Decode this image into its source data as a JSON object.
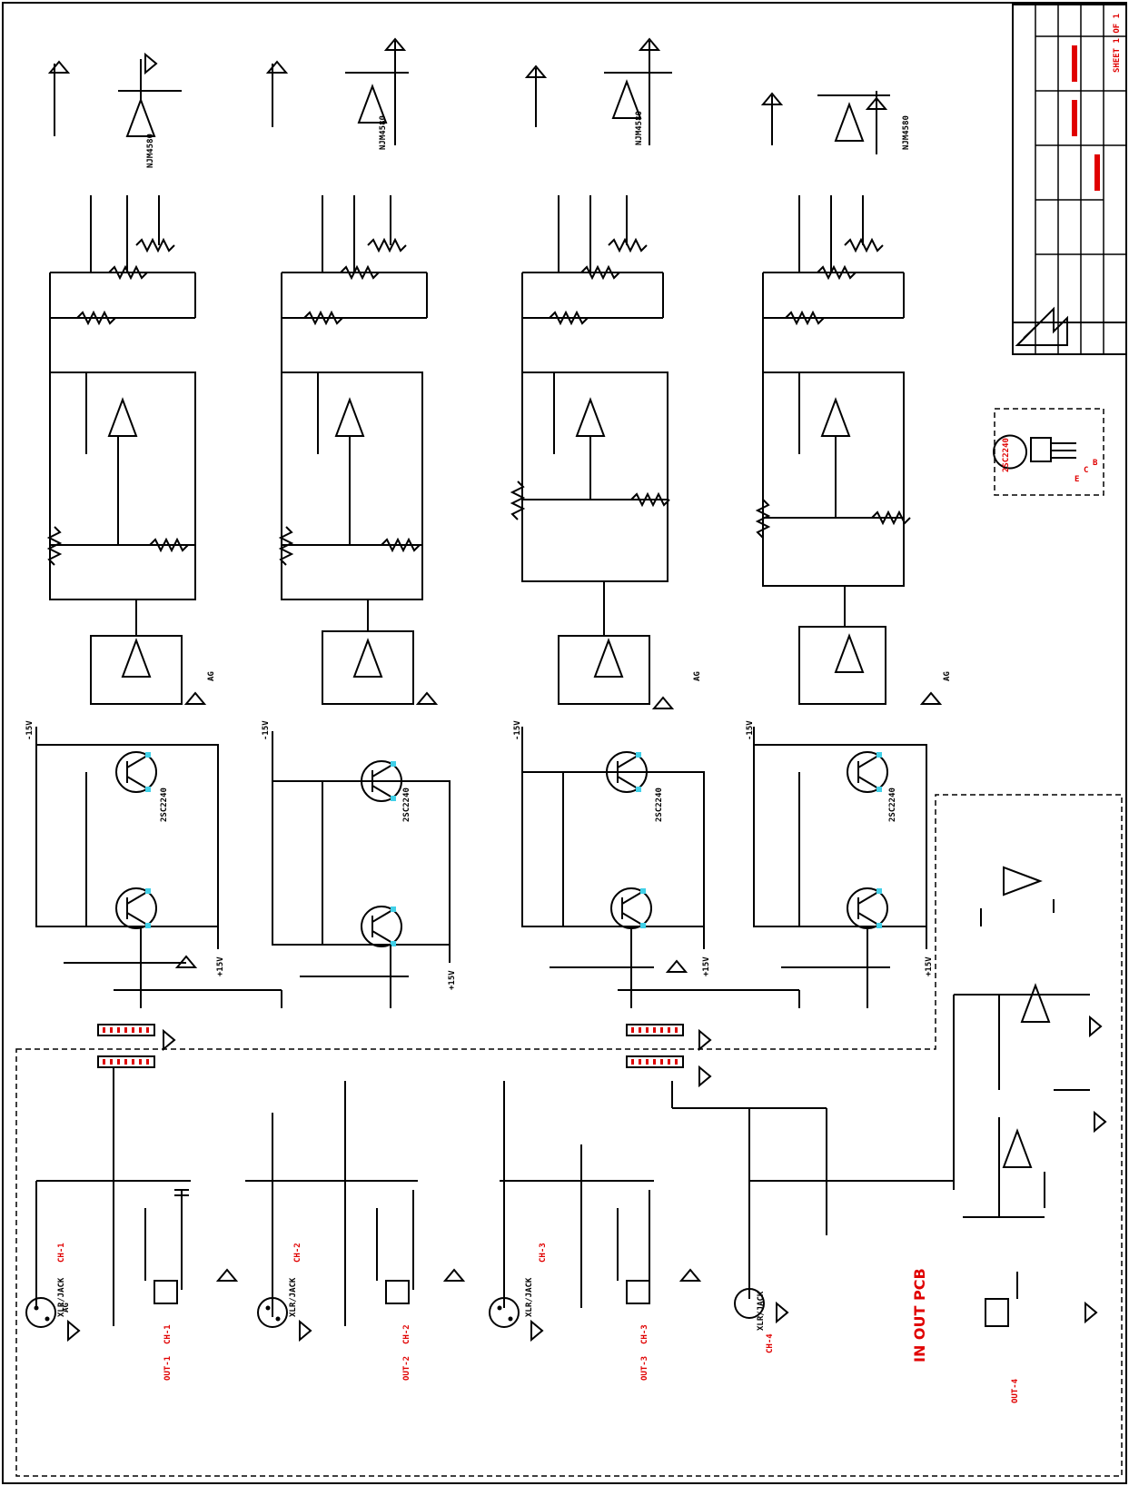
{
  "labels": {
    "board": "IN OUT PCB",
    "sheet": "SHEET 1 OF 1",
    "ground": "AG",
    "minus_supply": "-15V",
    "plus_supply": "+15V",
    "op_amp": "NJM4580",
    "ch_labels": [
      "CH-1",
      "CH-2",
      "CH-3",
      "CH-4"
    ],
    "out_labels": [
      "OUT-1",
      "OUT-2",
      "OUT-3",
      "OUT-4"
    ],
    "jack": "XLR/JACK",
    "transistor_pins": [
      "E",
      "C",
      "B"
    ],
    "transistor_part": "2SC2240"
  },
  "colors": {
    "accent": "#e00000",
    "highlight": "#40d0e8",
    "line": "#000000"
  }
}
